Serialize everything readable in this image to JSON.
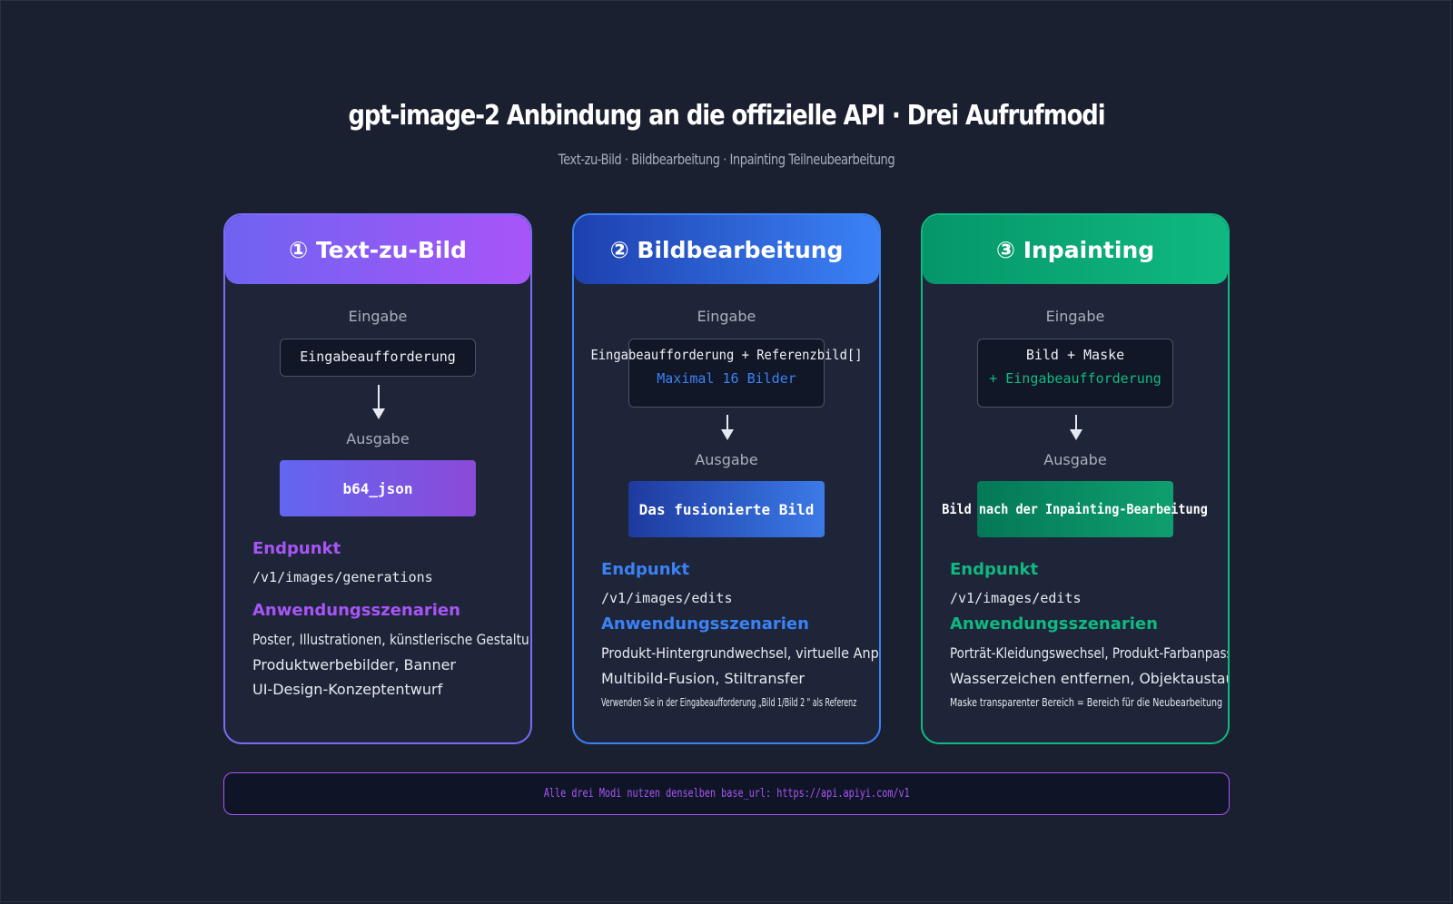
{
  "title": "gpt-image-2 Anbindung an die offizielle API · Drei Aufrufmodi",
  "subtitle": "Text-zu-Bild · Bildbearbeitung · Inpainting Teilneubearbeitung",
  "colors": {
    "background": "#1b2030",
    "mode1": "#a855f7",
    "mode2": "#3b82f6",
    "mode3": "#10b981"
  },
  "modes": [
    {
      "header": "① Text-zu-Bild",
      "input_label": "Eingabe",
      "input_lines": [
        "Eingabeaufforderung"
      ],
      "input_sub": "",
      "output_label": "Ausgabe",
      "output": "b64_json",
      "endpoint_label": "Endpunkt",
      "endpoint": "/v1/images/generations",
      "scenarios_label": "Anwendungsszenarien",
      "scenarios": [
        "Poster, Illustrationen, künstlerische Gestaltung",
        "Produktwerbebilder, Banner",
        "UI-Design-Konzeptentwurf"
      ]
    },
    {
      "header": "② Bildbearbeitung",
      "input_label": "Eingabe",
      "input_lines": [
        "Eingabeaufforderung + Referenzbild[]"
      ],
      "input_sub": "Maximal 16 Bilder",
      "output_label": "Ausgabe",
      "output": "Das fusionierte Bild",
      "endpoint_label": "Endpunkt",
      "endpoint": "/v1/images/edits",
      "scenarios_label": "Anwendungsszenarien",
      "scenarios": [
        "Produkt-Hintergrundwechsel, virtuelle Anprobe",
        "Multibild-Fusion, Stiltransfer",
        "Verwenden Sie in der Eingabeaufforderung „Bild 1/Bild 2 \" als Referenz"
      ]
    },
    {
      "header": "③ Inpainting",
      "input_label": "Eingabe",
      "input_lines": [
        "Bild + Maske"
      ],
      "input_sub": "+ Eingabeaufforderung",
      "output_label": "Ausgabe",
      "output": "Bild nach der Inpainting-Bearbeitung",
      "endpoint_label": "Endpunkt",
      "endpoint": "/v1/images/edits",
      "scenarios_label": "Anwendungsszenarien",
      "scenarios": [
        "Porträt-Kleidungswechsel, Produkt-Farbanpassung",
        "Wasserzeichen entfernen, Objektaustausch",
        "Maske transparenter Bereich = Bereich für die Neubearbeitung"
      ]
    }
  ],
  "footer": "Alle drei Modi nutzen denselben base_url: https://api.apiyi.com/v1"
}
